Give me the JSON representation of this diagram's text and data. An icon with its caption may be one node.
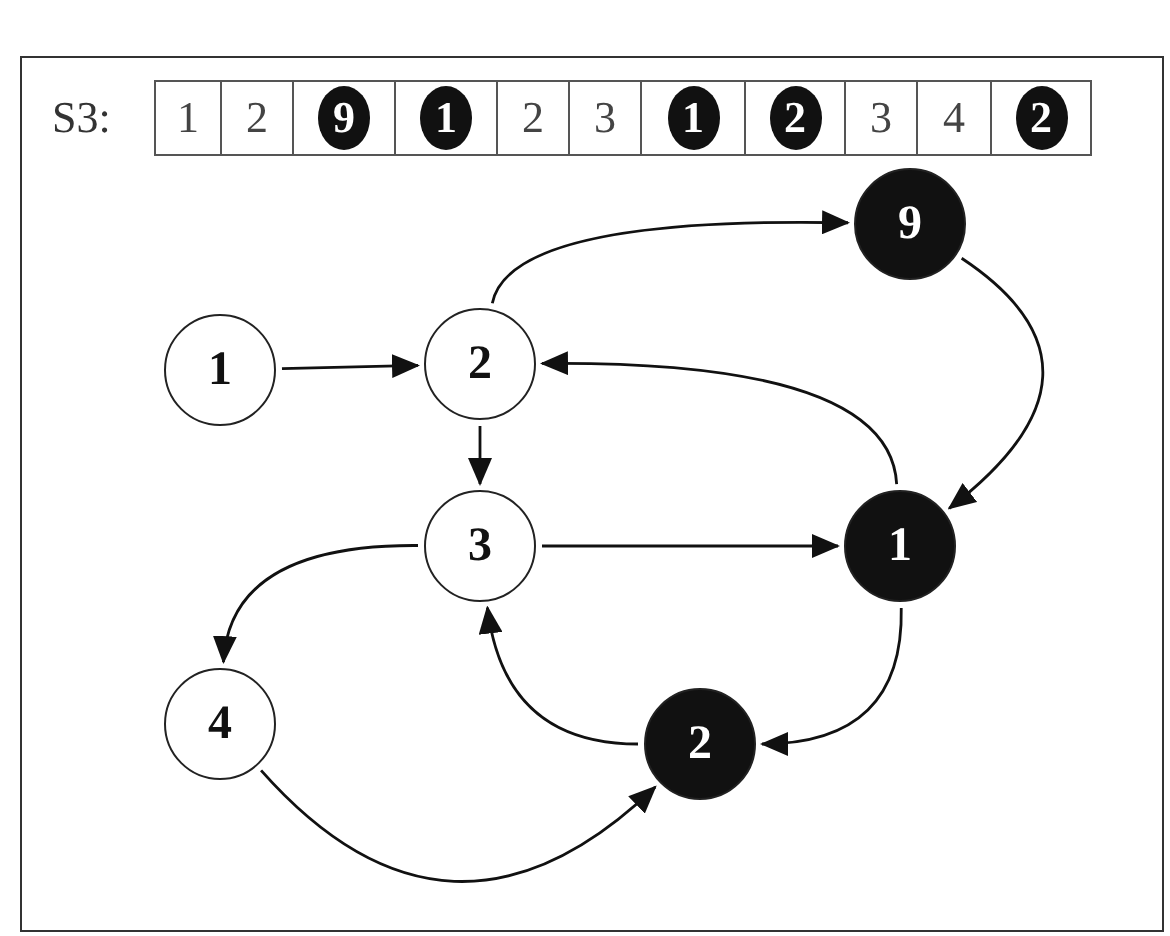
{
  "diagram": {
    "nodes": [
      {
        "text": [
          "1"
        ]
      },
      {
        "text": [
          "2"
        ]
      },
      {
        "text": [
          "9"
        ]
      },
      {
        "text": [
          "1"
        ]
      },
      {
        "text": [
          "2"
        ]
      },
      {
        "text": [
          "3"
        ]
      },
      {
        "text": [
          "1"
        ]
      },
      {
        "text": [
          "2"
        ]
      },
      {
        "text": [
          "3"
        ]
      },
      {
        "text": [
          "4"
        ]
      },
      {
        "text": [
          "2"
        ]
      },
      {
        "text": [
          "9"
        ]
      },
      {
        "text": [
          "1"
        ]
      },
      {
        "text": [
          "2"
        ]
      },
      {
        "text": [
          "3"
        ]
      },
      {
        "text": [
          "1"
        ]
      },
      {
        "text": [
          "4"
        ]
      },
      {
        "text": [
          "2"
        ]
      }
    ],
    "edges": [
      {
        "from": 12,
        "to": 13,
        "arrow": "to"
      },
      {
        "from": 13,
        "to": 11,
        "arrow": "to"
      },
      {
        "from": 11,
        "to": 15,
        "arrow": "to"
      },
      {
        "from": 15,
        "to": 13,
        "arrow": "to"
      },
      {
        "from": 13,
        "to": 14,
        "arrow": "to"
      },
      {
        "from": 14,
        "to": 15,
        "arrow": "to"
      },
      {
        "from": 15,
        "to": 17,
        "arrow": "to"
      },
      {
        "from": 17,
        "to": 14,
        "arrow": "to"
      },
      {
        "from": 14,
        "to": 16,
        "arrow": "to"
      },
      {
        "from": 16,
        "to": 17,
        "arrow": "to"
      }
    ],
    "labels": [
      "S3:"
    ]
  }
}
